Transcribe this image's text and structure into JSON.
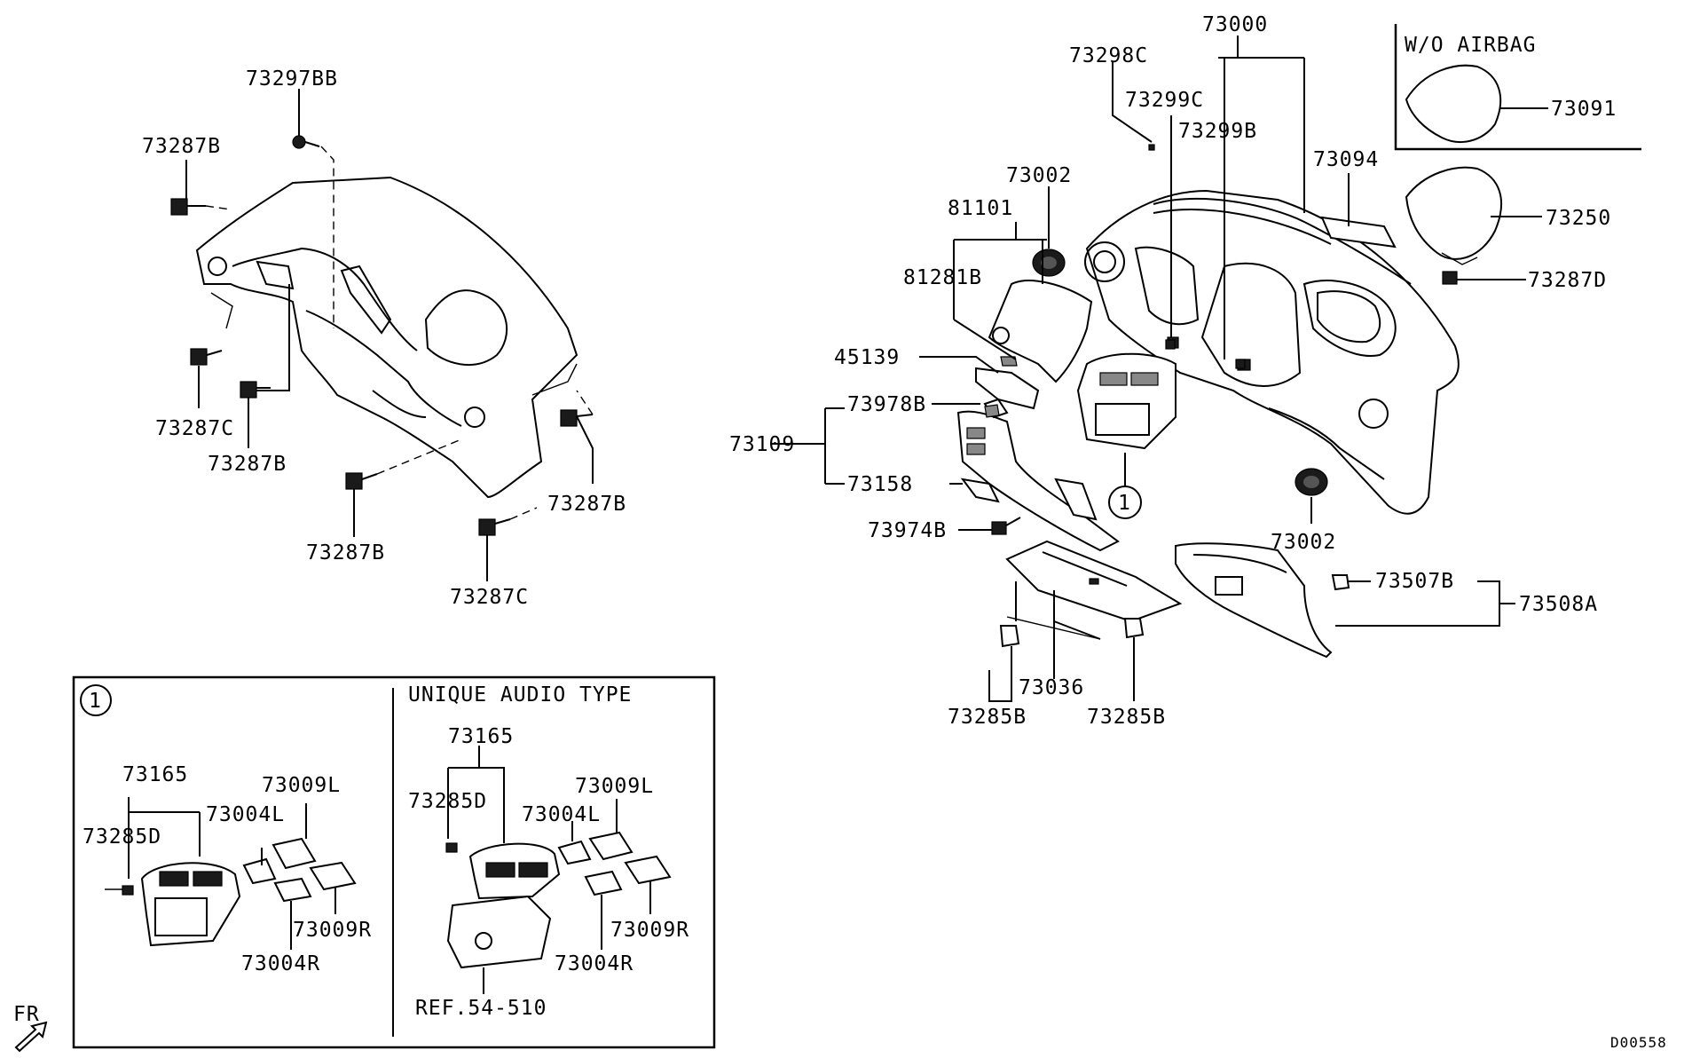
{
  "labels": {
    "p73297BB": "73297BB",
    "p73287B_a": "73287B",
    "p73287C_a": "73287C",
    "p73287B_b": "73287B",
    "p73287B_c": "73287B",
    "p73287B_d": "73287B",
    "p73287C_b": "73287C",
    "p73000": "73000",
    "p73298C": "73298C",
    "p73299C": "73299C",
    "p73299B": "73299B",
    "p73002_a": "73002",
    "p81101": "81101",
    "p81281B": "81281B",
    "p45139": "45139",
    "p73978B": "73978B",
    "p73109": "73109",
    "p73158": "73158",
    "p73974B": "73974B",
    "p73094": "73094",
    "p73091": "73091",
    "p73250": "73250",
    "p73287D": "73287D",
    "p73002_b": "73002",
    "p73507B": "73507B",
    "p73508A": "73508A",
    "p73036": "73036",
    "p73285B_a": "73285B",
    "p73285B_b": "73285B",
    "i73165": "73165",
    "i73285D": "73285D",
    "i73004L": "73004L",
    "i73009L": "73009L",
    "i73009R": "73009R",
    "i73004R": "73004R",
    "u73165": "73165",
    "u73285D": "73285D",
    "u73004L": "73004L",
    "u73009L": "73009L",
    "u73009R": "73009R",
    "u73004R": "73004R",
    "ref": "REF.54-510"
  },
  "headings": {
    "wo_airbag": "W/O AIRBAG",
    "unique_audio": "UNIQUE AUDIO TYPE"
  },
  "callouts": {
    "main": "1",
    "inset": "1"
  },
  "front_marker": "FR",
  "diagram_code": "D00558"
}
